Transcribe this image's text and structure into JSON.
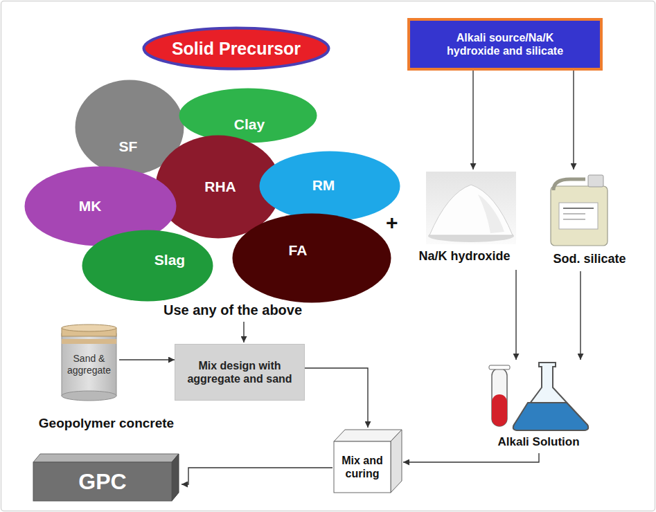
{
  "diagram": {
    "nodes": [
      {
        "text": [
          "Solid Precursor"
        ]
      },
      {
        "text": [
          "Alkali source/Na/K hydroxide and silicate"
        ]
      },
      {
        "text": [
          "SF"
        ]
      },
      {
        "text": [
          "Clay"
        ]
      },
      {
        "text": [
          "RHA"
        ]
      },
      {
        "text": [
          "RM"
        ]
      },
      {
        "text": [
          "MK"
        ]
      },
      {
        "text": [
          "Slag"
        ]
      },
      {
        "text": [
          "FA"
        ]
      },
      {
        "text": [
          "Na/K hydroxide"
        ]
      },
      {
        "text": [
          "Sod. silicate"
        ]
      },
      {
        "text": [
          "Sand & aggregate"
        ]
      },
      {
        "text": [
          "Mix design with aggregate and sand"
        ]
      },
      {
        "text": [
          "Alkali Solution"
        ]
      },
      {
        "text": [
          "Geopolymer concrete",
          "GPC"
        ]
      },
      {
        "text": [
          "Mix and curing"
        ]
      }
    ],
    "edges": [
      {
        "from": 1,
        "to": 9,
        "arrow": "to"
      },
      {
        "from": 1,
        "to": 10,
        "arrow": "to"
      },
      {
        "from": 9,
        "to": 13,
        "arrow": "to"
      },
      {
        "from": 10,
        "to": 13,
        "arrow": "to"
      },
      {
        "from": 11,
        "to": 12,
        "arrow": "to"
      },
      {
        "from": 12,
        "to": 15,
        "arrow": "to"
      },
      {
        "from": 13,
        "to": 15,
        "arrow": "to"
      },
      {
        "from": 15,
        "to": 14,
        "arrow": "to"
      }
    ],
    "labels": [
      "+",
      "Use any of the above"
    ]
  }
}
